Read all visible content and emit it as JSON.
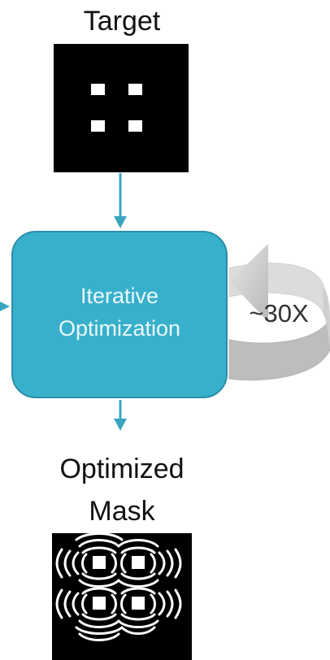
{
  "diagram": {
    "target_label": "Target",
    "process_line_1": "Iterative",
    "process_line_2": "Optimization",
    "loop_label": "~30X",
    "output_label_line_1": "Optimized",
    "output_label_line_2": "Mask"
  },
  "colors": {
    "process_fill": "#38b0cb",
    "arrow": "#3aa6c0",
    "loop_arrow": "#c8c8c8",
    "image_background": "#000000"
  }
}
